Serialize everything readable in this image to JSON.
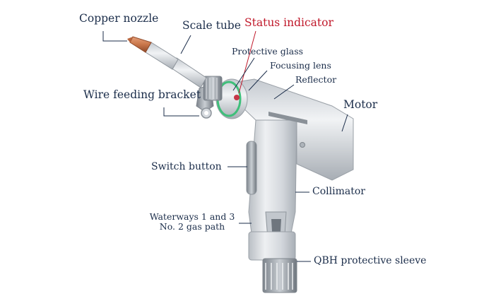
{
  "labels": {
    "copper_nozzle": "Copper nozzle",
    "scale_tube": "Scale tube",
    "status_indicator": "Status indicator",
    "protective_glass": "Protective glass",
    "focusing_lens": "Focusing lens",
    "reflector": "Reflector",
    "motor": "Motor",
    "wire_feeding_bracket": "Wire feeding bracket",
    "switch_button": "Switch button",
    "collimator": "Collimator",
    "waterways_line1": "Waterways 1 and 3",
    "waterways_line2": "No. 2 gas path",
    "qbh_sleeve": "QBH protective sleeve"
  },
  "colors": {
    "label_text": "#1b2d4a",
    "status_text": "#c0182a",
    "body_metal": "#d9dde2",
    "nozzle_copper": "#c9764a",
    "indicator_ring": "#3fbf7a"
  }
}
